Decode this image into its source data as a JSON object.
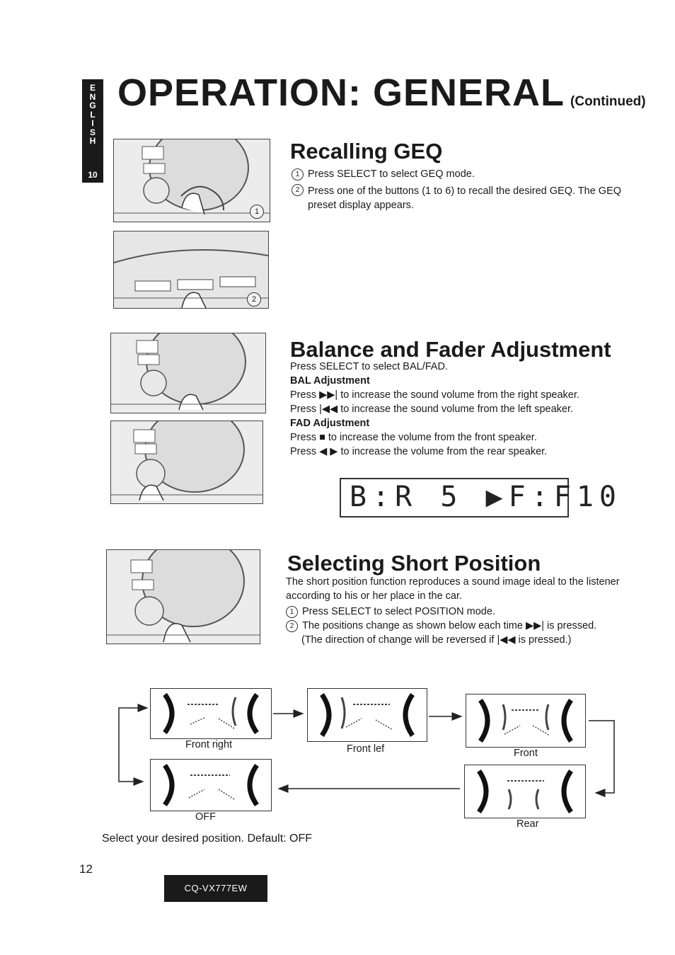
{
  "side_tab": {
    "letters": [
      "E",
      "N",
      "G",
      "L",
      "I",
      "S",
      "H"
    ],
    "number": "10"
  },
  "title": {
    "main": "OPERATION: GENERAL",
    "continued": "(Continued)"
  },
  "recalling": {
    "heading": "Recalling GEQ",
    "steps": [
      {
        "num": "1",
        "text": "Press SELECT to select GEQ mode."
      },
      {
        "num": "2",
        "text": "Press one of the buttons (1 to 6) to recall the desired GEQ. The GEQ preset display appears."
      }
    ],
    "callouts": [
      "1",
      "2"
    ]
  },
  "balance": {
    "heading": "Balance and Fader Adjustment",
    "intro": "Press SELECT to select BAL/FAD.",
    "bal_title": "BAL Adjustment",
    "bal_lines": [
      "Press ▶▶| to increase the sound volume from the right speaker.",
      "Press |◀◀ to increase the sound volume from the left speaker."
    ],
    "fad_title": "FAD Adjustment",
    "fad_lines": [
      "Press ■ to increase the volume from the front speaker.",
      "Press ◀ ▶ to increase the volume from the rear speaker."
    ],
    "display": "B:R 5 ▶F:F10"
  },
  "short_position": {
    "heading": "Selecting Short Position",
    "intro": "The short position function reproduces a sound image ideal to the listener according to his or her place in the car.",
    "steps": [
      {
        "num": "1",
        "text": "Press SELECT to select POSITION mode."
      },
      {
        "num": "2",
        "text": "The positions change as shown below each time ▶▶| is pressed."
      }
    ],
    "note": "(The direction of change will be reversed if |◀◀ is pressed.)",
    "positions": {
      "front_right": "Front right",
      "front_left": "Front lef",
      "front": "Front",
      "off": "OFF",
      "rear": "Rear"
    },
    "default_text": "Select your desired position. Default: OFF"
  },
  "footer": {
    "page": "12",
    "model": "CQ-VX777EW"
  }
}
